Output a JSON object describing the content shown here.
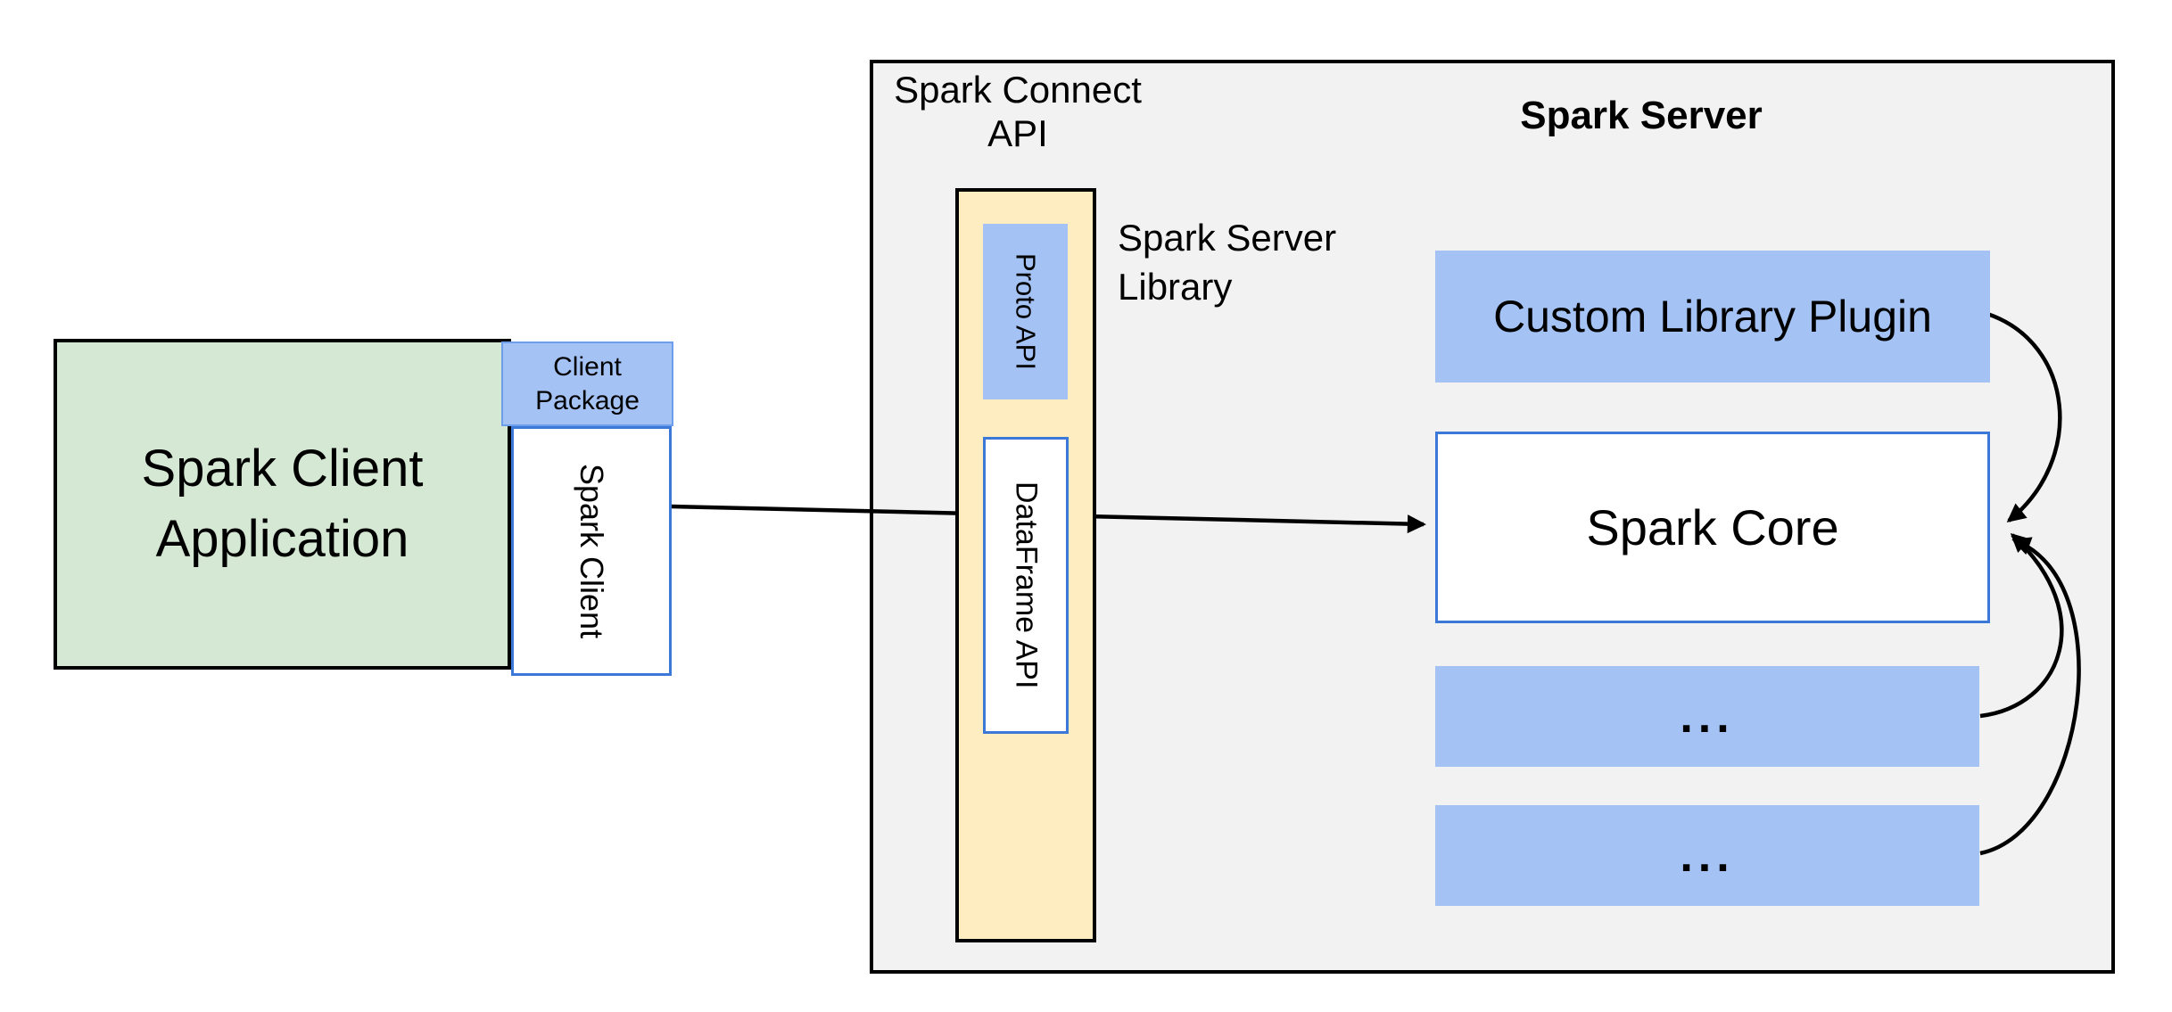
{
  "colors": {
    "container-fill": "#f2f2f2",
    "container-border": "#000000",
    "blue-fill": "#a4c2f4",
    "blue-border": "#6d9eeb",
    "accent-border": "#3c78d8",
    "green-fill": "#d5e8d4",
    "yellow-fill": "#ffedc2",
    "arrow": "#000000",
    "text": "#000000"
  },
  "titles": {
    "spark_connect_api": "Spark Connect\nAPI",
    "spark_server": "Spark Server",
    "spark_server_library": "Spark Server\nLibrary"
  },
  "nodes": {
    "client_application": "Spark Client\nApplication",
    "client_package": "Client\nPackage",
    "spark_client": "Spark Client",
    "proto_api": "Proto API",
    "dataframe_api": "DataFrame API",
    "custom_library_plugin": "Custom Library Plugin",
    "spark_core": "Spark Core",
    "ellipsis_1": "...",
    "ellipsis_2": "..."
  }
}
